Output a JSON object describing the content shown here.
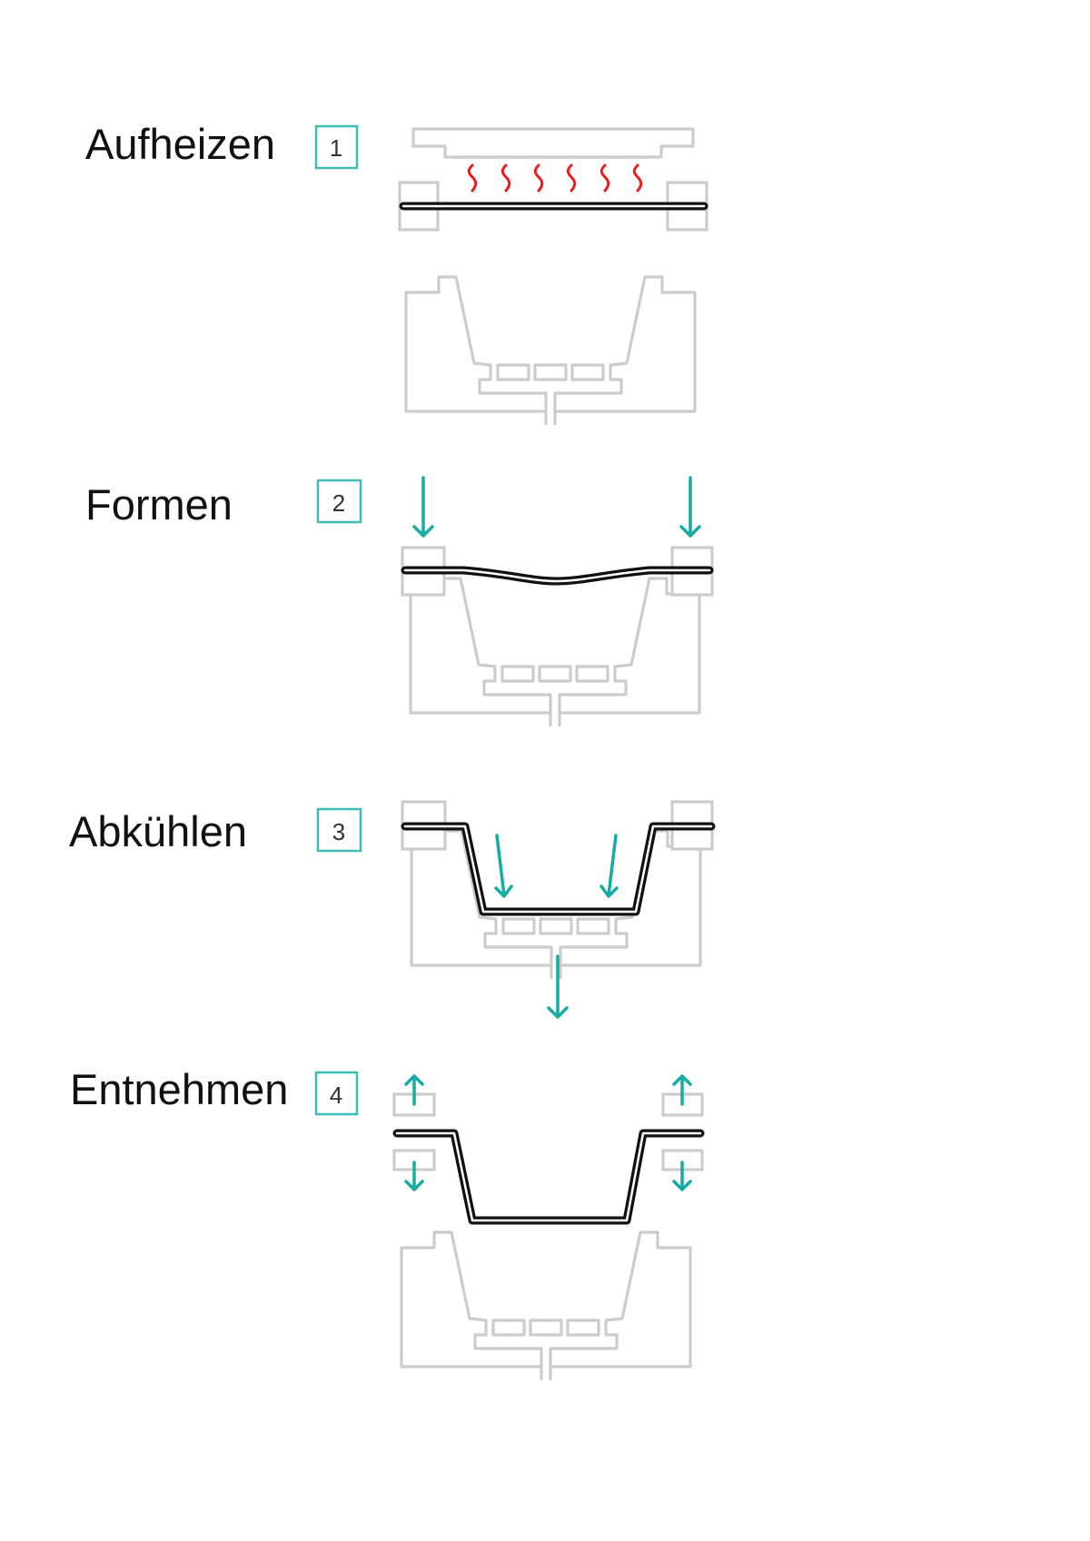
{
  "steps": [
    {
      "number": "1",
      "label": "Aufheizen"
    },
    {
      "number": "2",
      "label": "Formen"
    },
    {
      "number": "3",
      "label": "Abkühlen"
    },
    {
      "number": "4",
      "label": "Entnehmen"
    }
  ],
  "colors": {
    "accent": "#16aca3",
    "heat": "#f01818",
    "sheet": "#111111",
    "mold": "#cccccc"
  }
}
